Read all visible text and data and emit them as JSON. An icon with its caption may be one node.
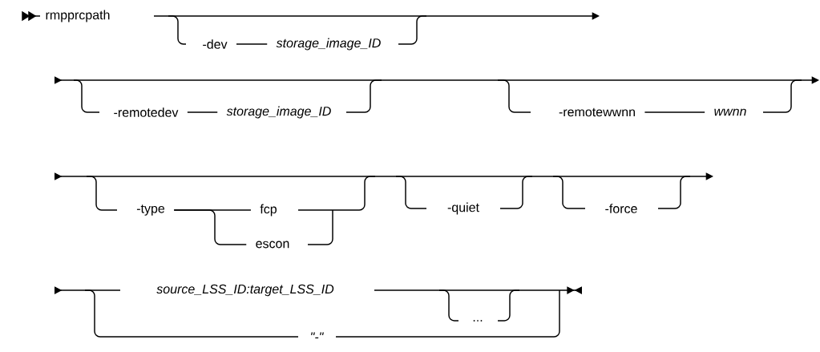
{
  "diagram": {
    "nodes": [
      {
        "text": [
          "rmpprcpath"
        ]
      },
      {
        "text": [
          "-dev"
        ]
      },
      {
        "text": [
          "storage_image_ID"
        ]
      },
      {
        "text": [
          "-remotedev"
        ]
      },
      {
        "text": [
          "storage_image_ID"
        ]
      },
      {
        "text": [
          "-remotewwnn"
        ]
      },
      {
        "text": [
          "wwnn"
        ]
      },
      {
        "text": [
          "-type"
        ]
      },
      {
        "text": [
          "fcp"
        ]
      },
      {
        "text": [
          "escon"
        ]
      },
      {
        "text": [
          "-quiet"
        ]
      },
      {
        "text": [
          "-force"
        ]
      },
      {
        "text": [
          "source_LSS_ID:target_LSS_ID"
        ]
      },
      {
        "text": [
          "\"-\""
        ]
      },
      {
        "text": [
          "..."
        ]
      }
    ],
    "edges": [
      {
        "from": 1,
        "to": 2,
        "arrow": "none"
      },
      {
        "from": 3,
        "to": 4,
        "arrow": "none"
      },
      {
        "from": 5,
        "to": 6,
        "arrow": "none"
      },
      {
        "from": 7,
        "to": 8,
        "arrow": "none"
      },
      {
        "from": 7,
        "to": 9,
        "arrow": "none"
      }
    ]
  }
}
